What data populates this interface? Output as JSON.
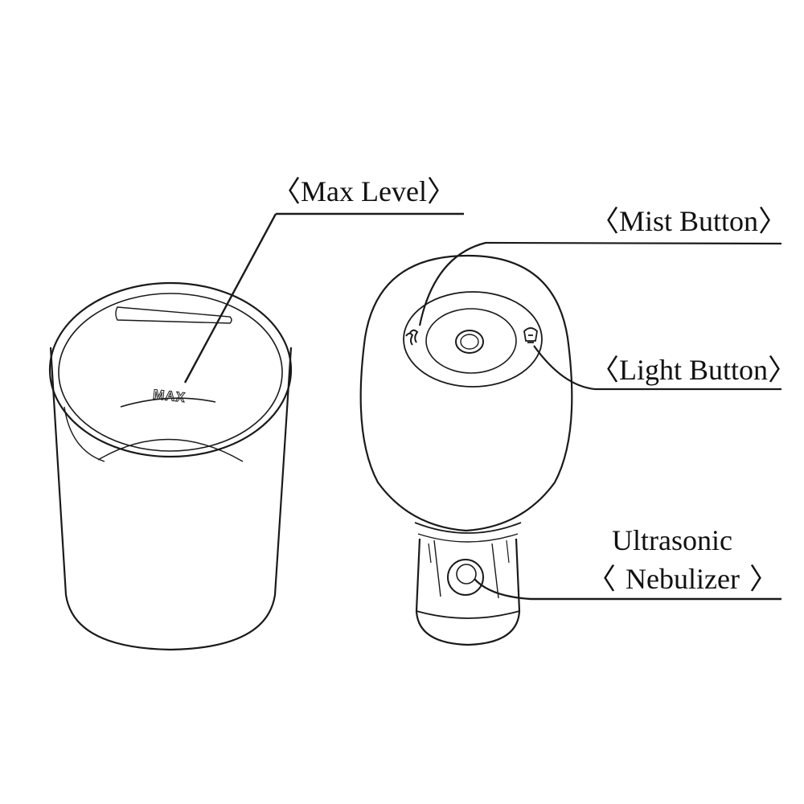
{
  "labels": {
    "max_level": "Max Level",
    "mist_button": "Mist Button",
    "light_button": "Light Button",
    "ultrasonic_line1": "Ultrasonic",
    "ultrasonic_line2": "Nebulizer"
  },
  "cup_marking": "MAX",
  "bracket_left": "〈",
  "bracket_right": "〉",
  "colors": {
    "line": "#1a1a1a",
    "background": "#ffffff"
  }
}
